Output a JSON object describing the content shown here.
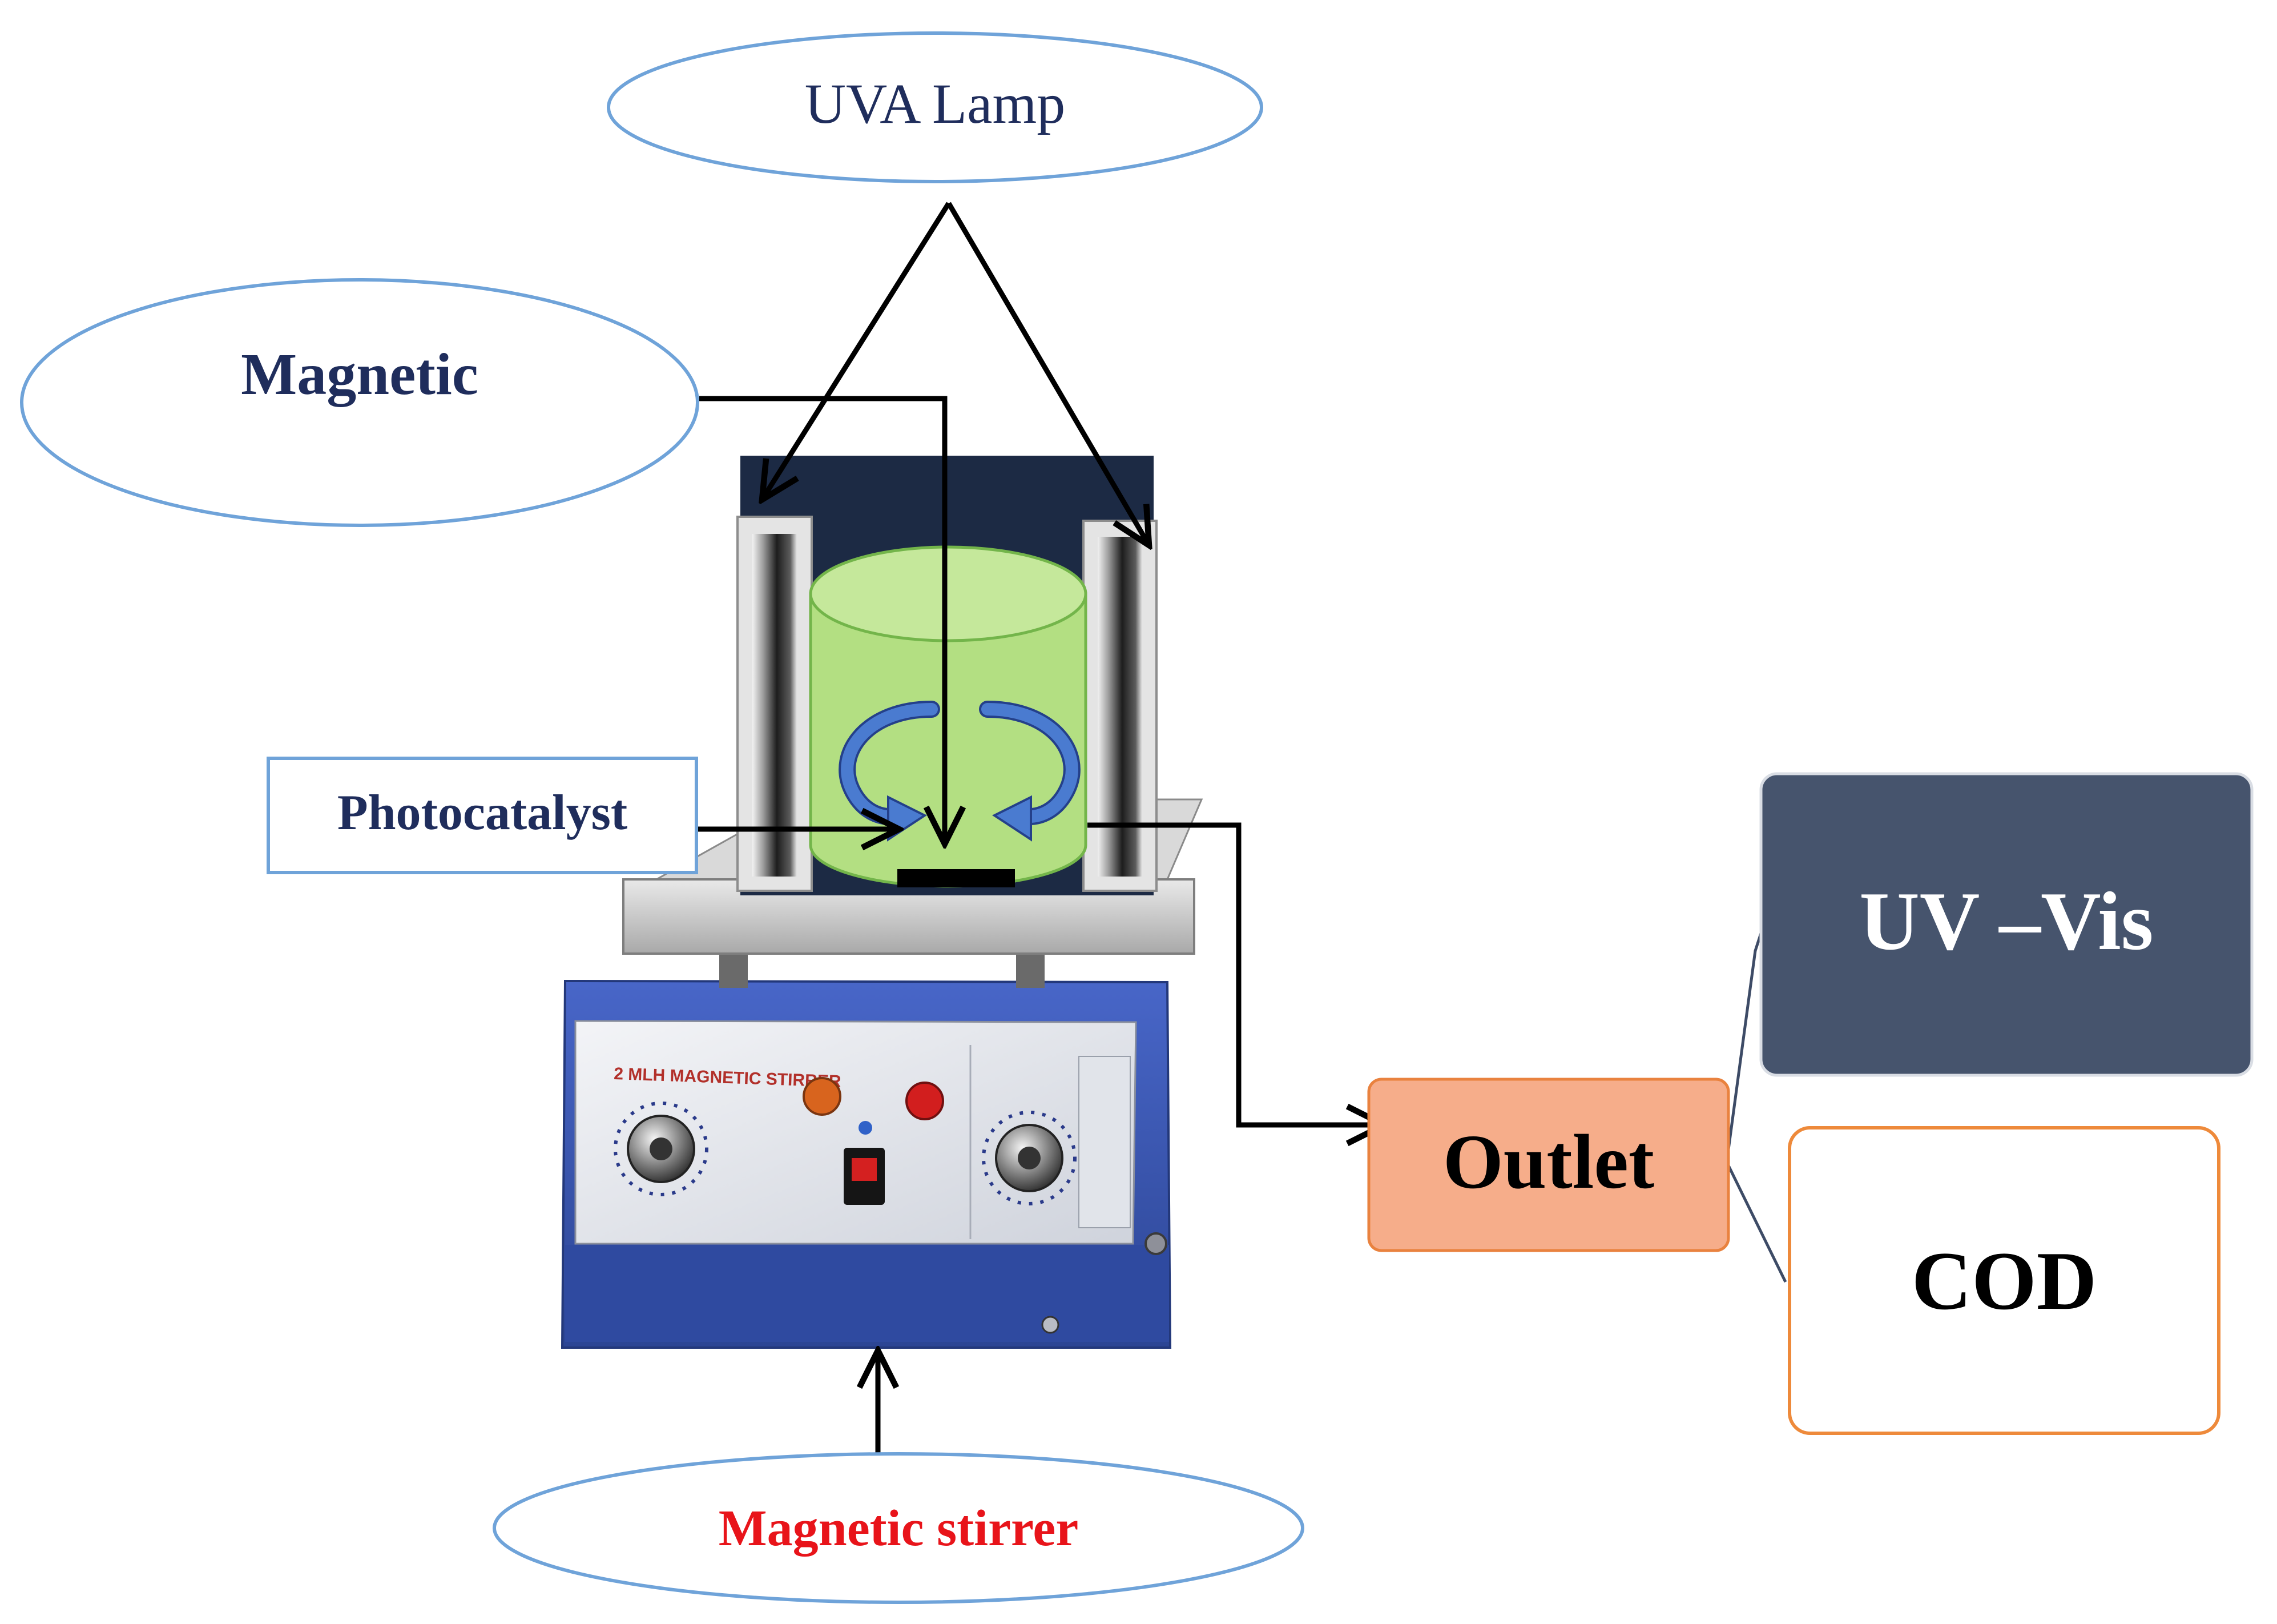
{
  "labels": {
    "uva_lamp": "UVA Lamp",
    "magnetic": "Magnetic",
    "photocatalyst": "Photocatalyst",
    "magnetic_stirrer": "Magnetic stirrer",
    "outlet": "Outlet",
    "uv_vis": "UV –Vis",
    "cod": "COD"
  },
  "device": {
    "panel_text": "2 MLH MAGNETIC STIRRER"
  },
  "colors": {
    "ellipse_stroke": "#6fa3d9",
    "navy_text": "#1f2d5c",
    "red_text": "#e8141a",
    "outlet_fill": "#f6ad8a",
    "outlet_stroke": "#e9823f",
    "uvvis_fill": "#46546d",
    "cod_stroke": "#ee8a3b",
    "beaker_fill": "#b3df82",
    "beaker_stroke": "#73b54a",
    "rotation_arrow": "#3f6fc0",
    "stirrer_body": "#3a57b5",
    "chamber_back": "#1c2a44"
  }
}
